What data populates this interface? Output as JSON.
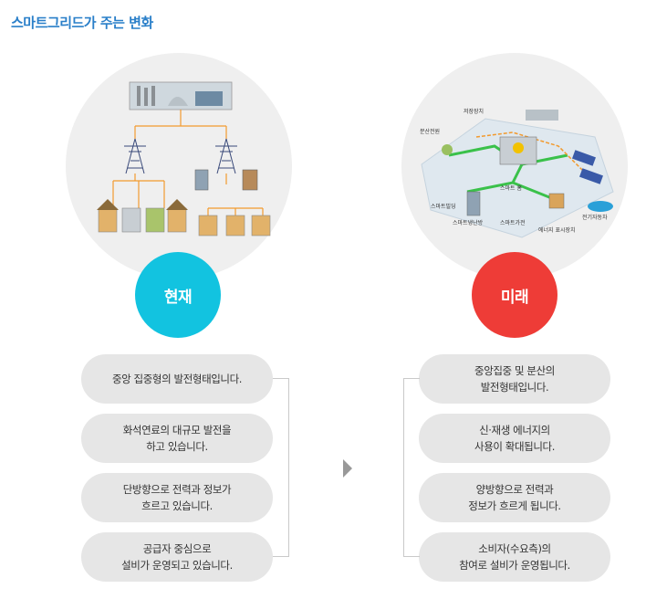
{
  "title": "스마트그리드가 주는 변화",
  "present": {
    "label": "현재",
    "color": "#12c3e0",
    "items": [
      "중앙 집중형의 발전형태입니다.",
      "화석연료의 대규모 발전을\n하고 있습니다.",
      "단방향으로 전력과 정보가\n흐르고 있습니다.",
      "공급자 중심으로\n설비가 운영되고 있습니다."
    ]
  },
  "future": {
    "label": "미래",
    "color": "#ee3c37",
    "items": [
      "중앙집중 및 분산의\n발전형태입니다.",
      "신·재생 에너지의\n사용이 확대됩니다.",
      "양방향으로 전력과\n정보가 흐르게 됩니다.",
      "소비자(수요측)의\n참여로 설비가 운영됩니다."
    ],
    "illustration_labels": {
      "storage": "저장장치",
      "distributed": "분산전원",
      "smart_home": "스마트 홈",
      "smart_building": "스마트빌딩",
      "smart_cooling": "스마트냉난방",
      "smart_appliance": "스마트가전",
      "energy_display": "에너지 표시장치",
      "ev": "전기자동차"
    }
  }
}
